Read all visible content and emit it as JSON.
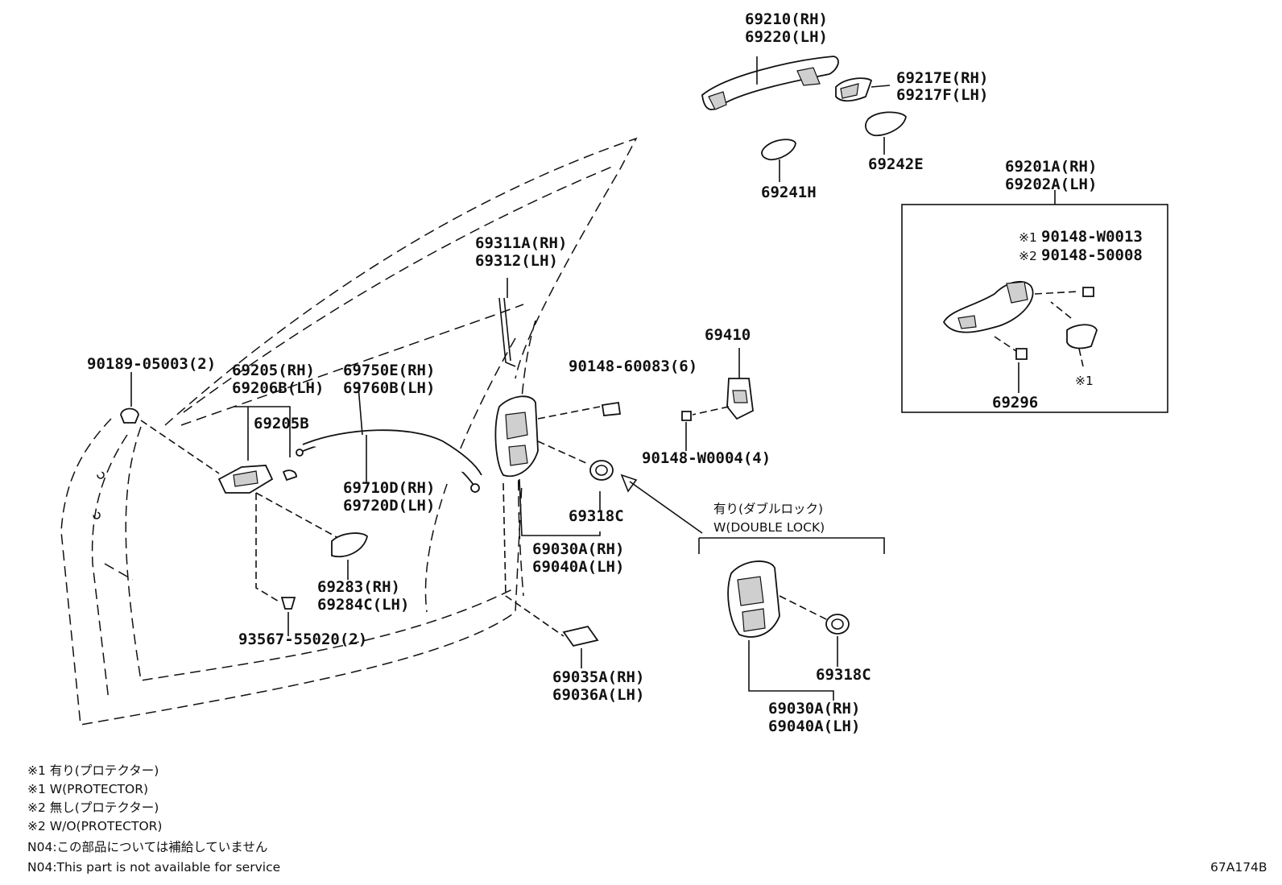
{
  "part_labels": {
    "p69210": "69210(RH)",
    "p69220": "69220(LH)",
    "p69217E": "69217E(RH)",
    "p69217F": "69217F(LH)",
    "p69242E": "69242E",
    "p69241H": "69241H",
    "p69201A": "69201A(RH)",
    "p69202A": "69202A(LH)",
    "p90148_W0013": "90148-W0013",
    "p90148_50008": "90148-50008",
    "p69296": "69296",
    "p69311A": "69311A(RH)",
    "p69312": "69312(LH)",
    "p90189": "90189-05003(2)",
    "p69205": "69205(RH)",
    "p69206B": "69206B(LH)",
    "p69205B": "69205B",
    "p69750E": "69750E(RH)",
    "p69760B": "69760B(LH)",
    "p69710D": "69710D(RH)",
    "p69720D": "69720D(LH)",
    "p90148_60083": "90148-60083(6)",
    "p69410": "69410",
    "p90148_W0004": "90148-W0004(4)",
    "p69318C_a": "69318C",
    "p69030A_a": "69030A(RH)",
    "p69040A_a": "69040A(LH)",
    "p69283": "69283(RH)",
    "p69284C": "69284C(LH)",
    "p93567": "93567-55020(2)",
    "p69035A": "69035A(RH)",
    "p69036A": "69036A(LH)",
    "p69318C_b": "69318C",
    "p69030A_b": "69030A(RH)",
    "p69040A_b": "69040A(LH)"
  },
  "markers": {
    "m1": "※1",
    "m2": "※2",
    "m1_small": "※1"
  },
  "double_lock": {
    "jp": "有り(ダブルロック)",
    "en": "W(DOUBLE LOCK)"
  },
  "notes": [
    "※1 有り(プロテクター)",
    "※1 W(PROTECTOR)",
    "※2 無し(プロテクター)",
    "※2 W/O(PROTECTOR)",
    "N04:この部品については補給していません",
    "N04:This part is not available for service"
  ],
  "diagram_code": "67A174B"
}
